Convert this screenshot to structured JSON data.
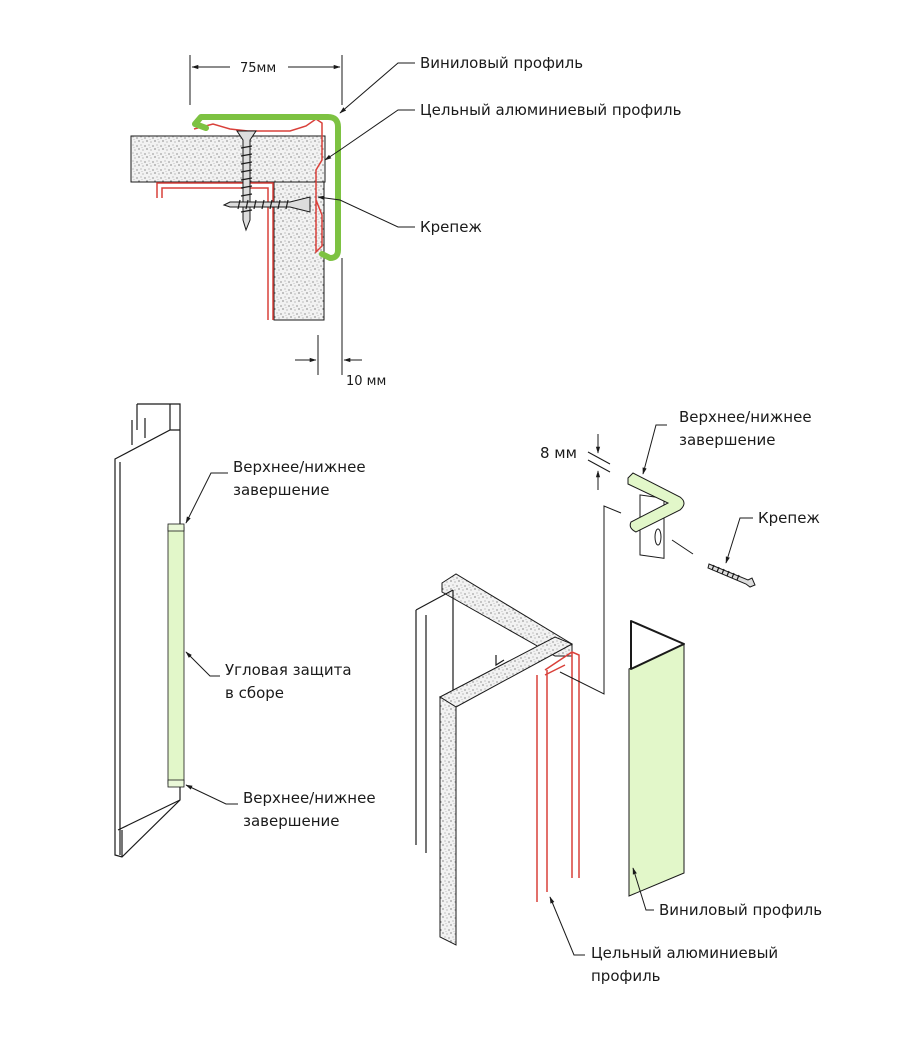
{
  "section_view": {
    "dimension_width": "75мм",
    "dimension_offset": "10 мм",
    "labels": {
      "vinyl_profile": "Виниловый профиль",
      "aluminum_profile": "Цельный алюминиевый профиль",
      "fastener": "Крепеж"
    }
  },
  "assembled_view": {
    "labels": {
      "top_end_cap_line1": "Верхнее/нижнее",
      "top_end_cap_line2": "завершение",
      "assembly_line1": "Угловая защита",
      "assembly_line2": "в сборе",
      "bottom_end_cap_line1": "Верхнее/нижнее",
      "bottom_end_cap_line2": "завершение"
    }
  },
  "exploded_view": {
    "dimension_gap": "8 мм",
    "labels": {
      "end_cap_line1": "Верхнее/нижнее",
      "end_cap_line2": "завершение",
      "fastener": "Крепеж",
      "vinyl_profile": "Виниловый профиль",
      "aluminum_line1": "Цельный алюминиевый",
      "aluminum_line2": "профиль"
    }
  },
  "colors": {
    "vinyl": "#7dc242",
    "vinyl_fill": "#e2f7c9",
    "aluminum": "#d9403a",
    "line": "#1a1a1a"
  }
}
